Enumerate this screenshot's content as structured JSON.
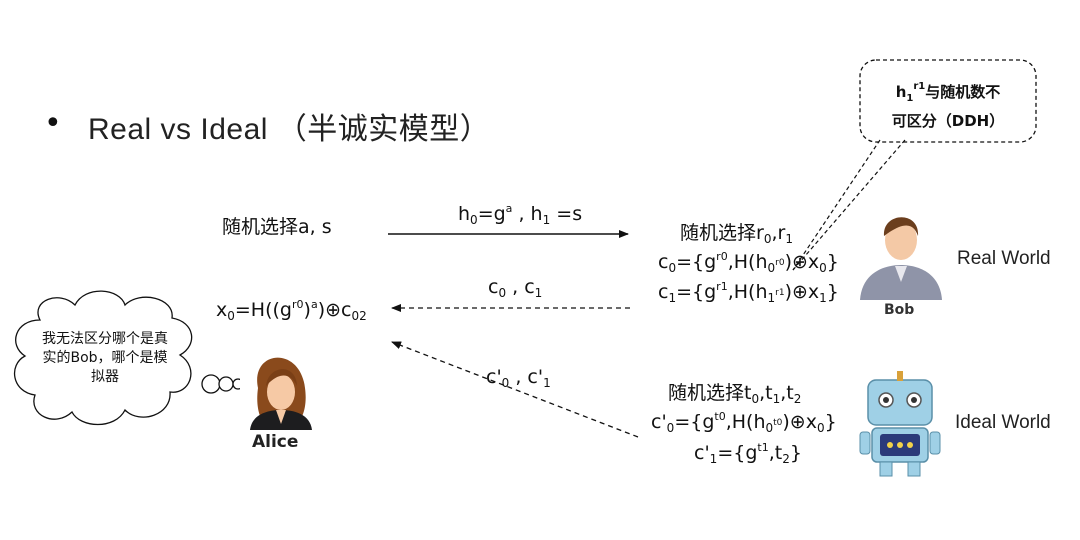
{
  "slide": {
    "bullet": "•",
    "title": "Real vs Ideal （半诚实模型）"
  },
  "alice": {
    "choose": "随机选择a, s",
    "compute": {
      "x": "x",
      "x_sub": "0",
      "eq": "=H((g",
      "sup": "r0",
      "mid": ")",
      "sup2": "a",
      "end": ")⊕c",
      "end_sub": "02"
    },
    "label": "Alice",
    "thought": "我无法区分哪个是真实的Bob，哪个是模拟器"
  },
  "messages": {
    "h_msg": {
      "h0": "h",
      "h0_sub": "0",
      "eq1": "=g",
      "sup": "a",
      "sep": " , h",
      "h1_sub": "1",
      "eq2": " =s"
    },
    "c_msg": {
      "c0": "c",
      "c0_sub": "0",
      "sep": " , c",
      "c1_sub": "1"
    },
    "cp_msg": {
      "c0": "c'",
      "c0_sub": "0",
      "sep": " , c'",
      "c1_sub": "1"
    }
  },
  "bob": {
    "choose": {
      "text": "随机选择r",
      "s0": "0",
      "comma": ",r",
      "s1": "1"
    },
    "c0": {
      "a": "c",
      "a_sub": "0",
      "b": "={g",
      "b_sup": "r0",
      "c": ",H(h",
      "c_sub": "0",
      "c_sup": "r0",
      "d": ")⊕x",
      "d_sub": "0",
      "e": "}"
    },
    "c1": {
      "a": "c",
      "a_sub": "1",
      "b": "={g",
      "b_sup": "r1",
      "c": ",H(h",
      "c_sub": "1",
      "c_sup": "r1",
      "d": ")⊕x",
      "d_sub": "1",
      "e": "}"
    },
    "label": "Bob",
    "world": "Real World"
  },
  "sim": {
    "choose": {
      "text": "随机选择t",
      "s0": "0",
      "c1": ",t",
      "s1": "1",
      "c2": ",t",
      "s2": "2"
    },
    "c0": {
      "a": "c'",
      "a_sub": "0",
      "b": "={g",
      "b_sup": "t0",
      "c": ",H(h",
      "c_sub": "0",
      "c_sup": "t0",
      "d": ")⊕x",
      "d_sub": "0",
      "e": "}"
    },
    "c1": {
      "a": "c'",
      "a_sub": "1",
      "b": "={g",
      "b_sup": "t1",
      "c": ",t",
      "c_sub": "2",
      "e": "}"
    },
    "world": "Ideal World"
  },
  "callout": {
    "h": "h",
    "h_sub": "1",
    "h_sup": "r1",
    "text1": "与随机数不",
    "text2": "可区分（DDH）"
  }
}
